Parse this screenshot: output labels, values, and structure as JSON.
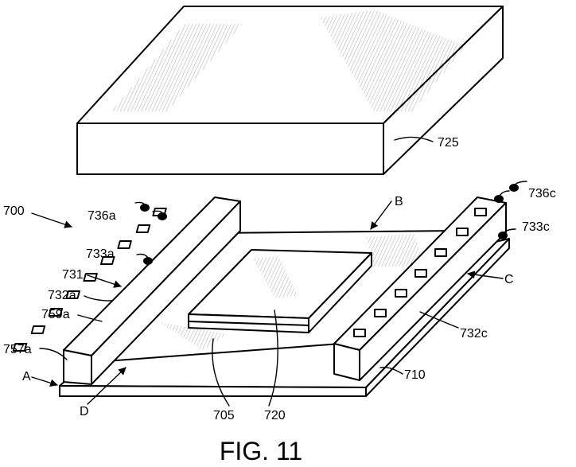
{
  "figure": {
    "caption": "FIG. 11",
    "labels": {
      "l700": "700",
      "l725": "725",
      "l736a": "736a",
      "l733a": "733a",
      "l731": "731",
      "l732a": "732a",
      "l759a": "759a",
      "l757a": "757a",
      "lA": "A",
      "lD": "D",
      "l705": "705",
      "l720": "720",
      "lB": "B",
      "l736c": "736c",
      "l733c": "733c",
      "lC": "C",
      "l732c": "732c",
      "l710": "710"
    }
  }
}
